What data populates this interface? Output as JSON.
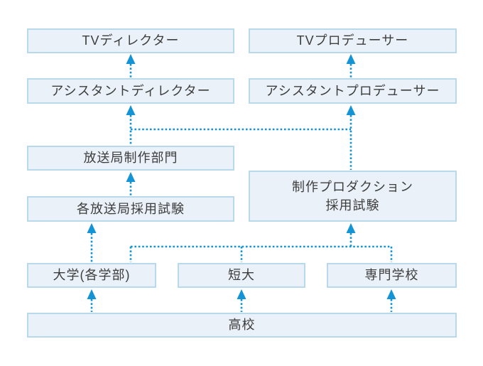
{
  "diagram": {
    "type": "career-path-flowchart",
    "nodes": {
      "tv_director": "TVディレクター",
      "tv_producer": "TVプロデューサー",
      "assistant_director": "アシスタントディレクター",
      "assistant_producer": "アシスタントプロデューサー",
      "broadcast_production_dept": "放送局制作部門",
      "production_company_exam": "制作プロダクション\n採用試験",
      "broadcaster_exam": "各放送局採用試験",
      "university": "大学(各学部)",
      "junior_college": "短大",
      "vocational_school": "専門学校",
      "high_school": "高校"
    },
    "edges": [
      {
        "from": "assistant_director",
        "to": "tv_director"
      },
      {
        "from": "assistant_producer",
        "to": "tv_producer"
      },
      {
        "from": "broadcast_production_dept",
        "to": "assistant_director"
      },
      {
        "from": "broadcast_production_dept",
        "to": "assistant_producer"
      },
      {
        "from": "production_company_exam",
        "to": "assistant_producer"
      },
      {
        "from": "production_company_exam",
        "to": "assistant_director"
      },
      {
        "from": "broadcaster_exam",
        "to": "broadcast_production_dept"
      },
      {
        "from": "university",
        "to": "broadcaster_exam"
      },
      {
        "from": "university",
        "to": "production_company_exam"
      },
      {
        "from": "junior_college",
        "to": "production_company_exam"
      },
      {
        "from": "vocational_school",
        "to": "production_company_exam"
      },
      {
        "from": "high_school",
        "to": "university"
      },
      {
        "from": "high_school",
        "to": "junior_college"
      },
      {
        "from": "high_school",
        "to": "vocational_school"
      }
    ],
    "colors": {
      "arrow": "#1494d4",
      "box_fill": "#eaf1f9",
      "box_border": "#b8d9ec",
      "text": "#3d3d3d",
      "background": "#ffffff"
    }
  }
}
